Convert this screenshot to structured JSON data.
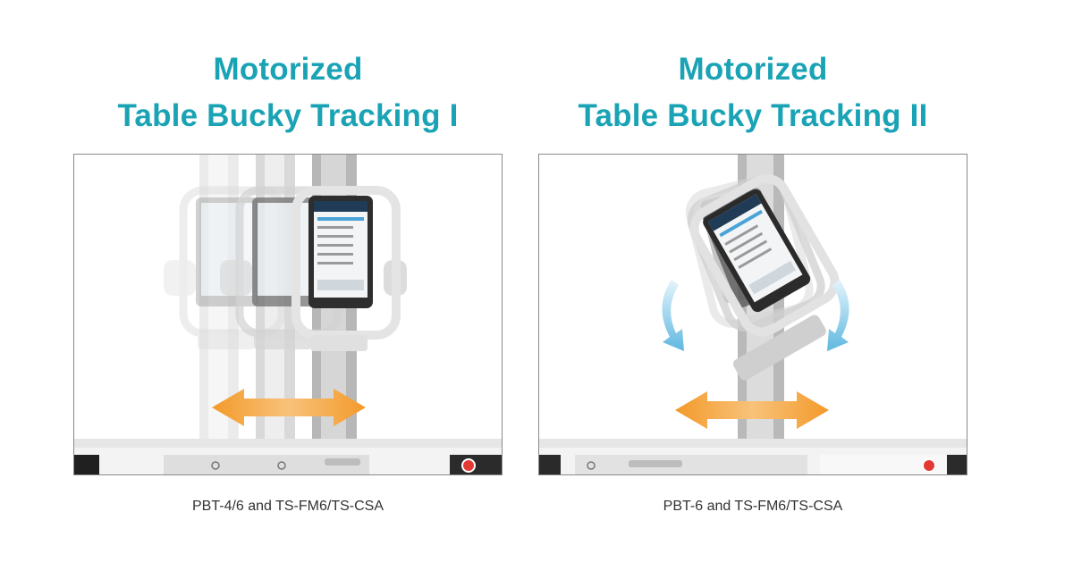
{
  "panels": [
    {
      "title_line1": "Motorized",
      "title_line2": "Table Bucky Tracking I",
      "caption": "PBT-4/6 and TS-FM6/TS-CSA",
      "illustration_icons": [
        "linear-tracking-illustration",
        "double-arrow-horizontal-icon"
      ]
    },
    {
      "title_line1": "Motorized",
      "title_line2": "Table Bucky Tracking II",
      "caption": "PBT-6 and TS-FM6/TS-CSA",
      "illustration_icons": [
        "rotational-tracking-illustration",
        "double-arrow-horizontal-icon",
        "rotate-arrow-left-icon",
        "rotate-arrow-right-icon"
      ]
    }
  ],
  "colors": {
    "title": "#1aa3b5",
    "arrow_orange": "#f0a040",
    "arrow_blue": "#7cc8e6",
    "caption": "#333333"
  }
}
